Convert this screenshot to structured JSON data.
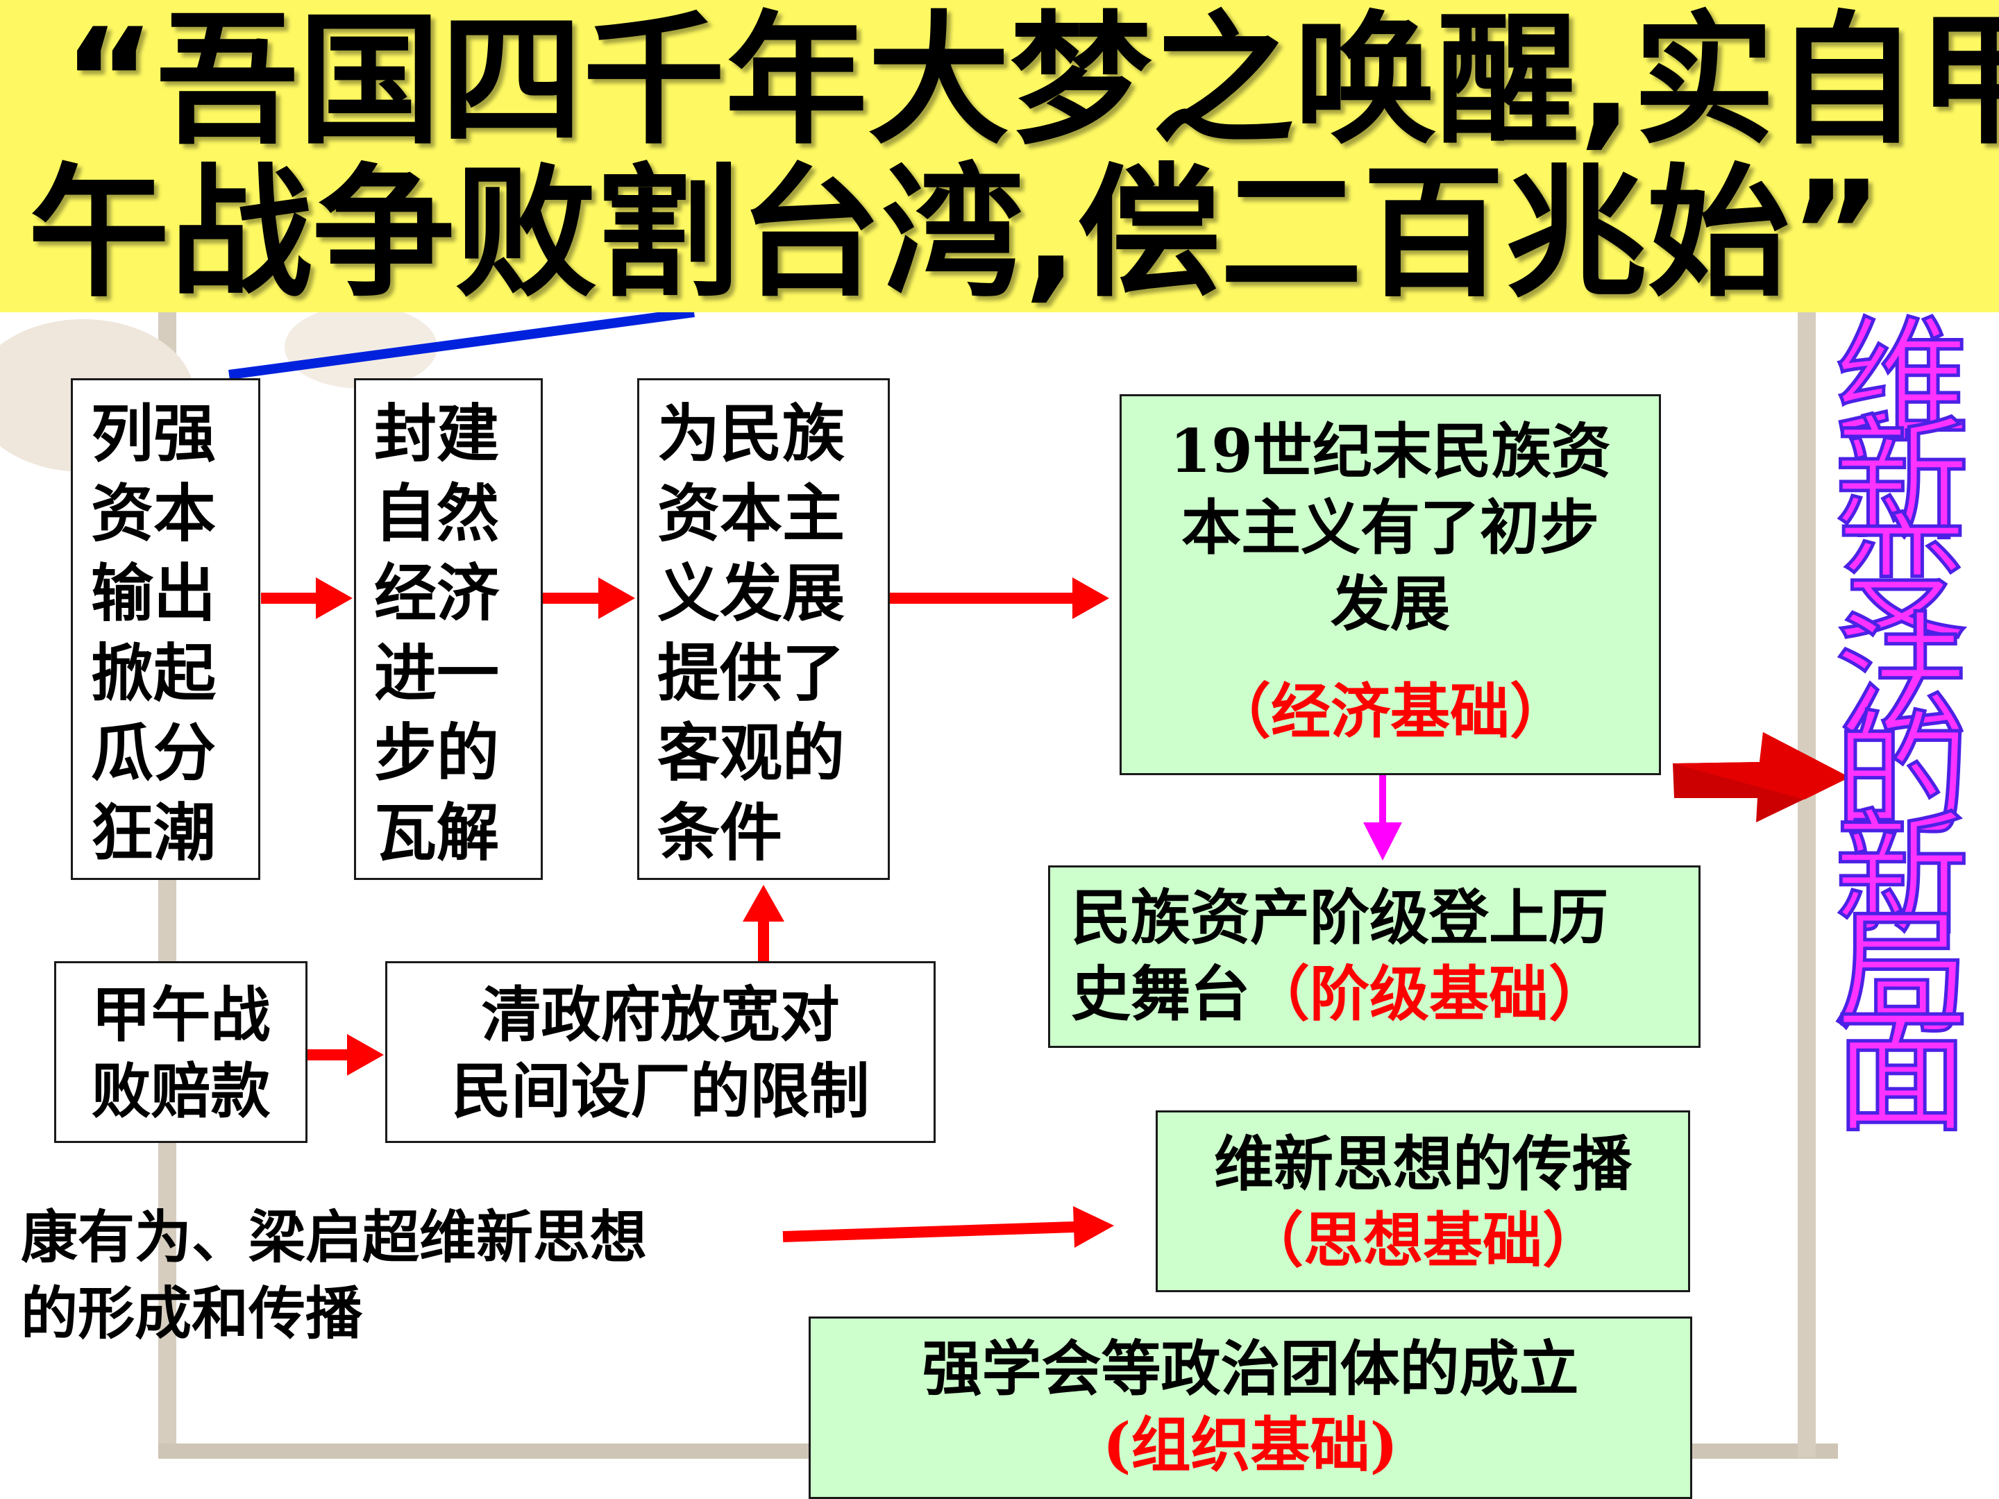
{
  "banner": {
    "line1": "“吾国四千年大梦之唤醒,实自甲",
    "line2": "午战争败割台湾,偿二百兆始”"
  },
  "boxes": {
    "powers": [
      "列强",
      "资本",
      "输出",
      "掀起",
      "瓜分",
      "狂潮"
    ],
    "feudal": [
      "封建",
      "自然",
      "经济",
      "进一",
      "步的",
      "瓦解"
    ],
    "conditions": [
      "为民族",
      "资本主",
      "义发展",
      "提供了",
      "客观的",
      "条件"
    ],
    "economic": {
      "lines": [
        "19世纪末民族资",
        "本主义有了初步",
        "发展"
      ],
      "tag": "（经济基础）"
    },
    "class": {
      "line1": "民族资产阶级登上历",
      "line2": "史舞台",
      "tag": "（阶级基础）"
    },
    "war": [
      "甲午战",
      "败赔款"
    ],
    "policy": [
      "清政府放宽对",
      "民间设厂的限制"
    ],
    "thought": {
      "line1": "维新思想的传播",
      "tag": "（思想基础）"
    },
    "org": {
      "line1": "强学会等政治团体的成立",
      "tag": "(组织基础)"
    }
  },
  "kang": [
    "康有为、梁启超维新思想",
    "的形成和传播"
  ],
  "side_title": [
    "维",
    "新",
    "变",
    "法",
    "的",
    "新",
    "局",
    "面"
  ],
  "colors": {
    "banner": "#fef962",
    "green": "#ccffcc",
    "arrow": "#ff0000",
    "magenta": "#ff00ff",
    "side": "#ff33ff",
    "side_outline": "#4b21e6",
    "blue_line": "#0022dd"
  }
}
